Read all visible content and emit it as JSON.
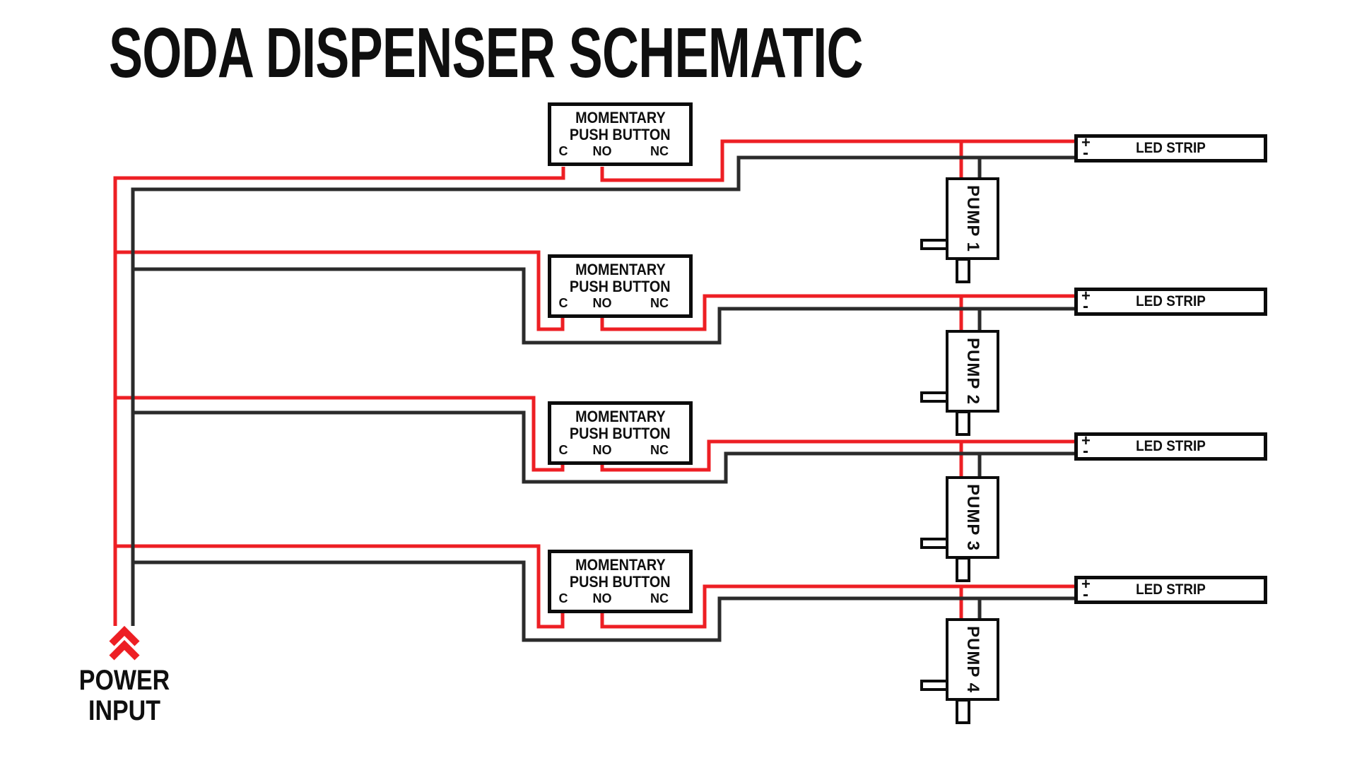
{
  "title": "SODA DISPENSER SCHEMATIC",
  "colors": {
    "wire_red": "#ed1f24",
    "wire_black": "#2b2b2b",
    "border_black": "#0c0c0c",
    "text_black": "#0f0f0f",
    "background": "#ffffff"
  },
  "power_input": {
    "line1": "POWER",
    "line2": "INPUT",
    "icon": "double-chevron-up-icon"
  },
  "rows": [
    {
      "push_button": {
        "line1": "MOMENTARY",
        "line2": "PUSH BUTTON",
        "terminal_c": "C",
        "terminal_no": "NO",
        "terminal_nc": "NC"
      },
      "pump_label": "PUMP 1",
      "led": {
        "label": "LED STRIP",
        "plus": "+",
        "minus": "-"
      }
    },
    {
      "push_button": {
        "line1": "MOMENTARY",
        "line2": "PUSH BUTTON",
        "terminal_c": "C",
        "terminal_no": "NO",
        "terminal_nc": "NC"
      },
      "pump_label": "PUMP 2",
      "led": {
        "label": "LED STRIP",
        "plus": "+",
        "minus": "-"
      }
    },
    {
      "push_button": {
        "line1": "MOMENTARY",
        "line2": "PUSH BUTTON",
        "terminal_c": "C",
        "terminal_no": "NO",
        "terminal_nc": "NC"
      },
      "pump_label": "PUMP 3",
      "led": {
        "label": "LED STRIP",
        "plus": "+",
        "minus": "-"
      }
    },
    {
      "push_button": {
        "line1": "MOMENTARY",
        "line2": "PUSH BUTTON",
        "terminal_c": "C",
        "terminal_no": "NO",
        "terminal_nc": "NC"
      },
      "pump_label": "PUMP 4",
      "led": {
        "label": "LED STRIP",
        "plus": "+",
        "minus": "-"
      }
    }
  ]
}
